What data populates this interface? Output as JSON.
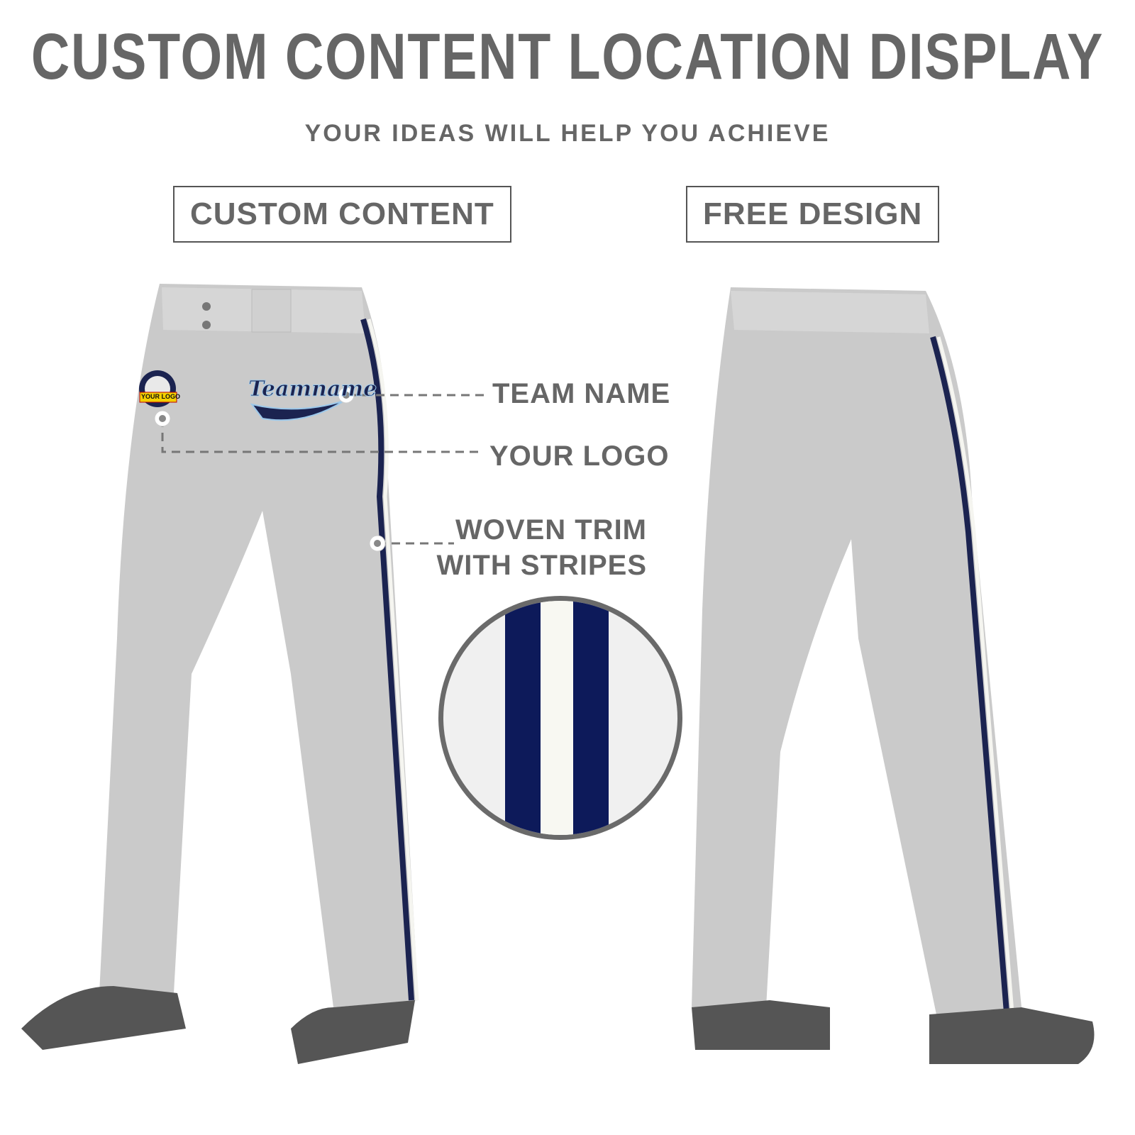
{
  "header": {
    "title": "CUSTOM CONTENT LOCATION DISPLAY",
    "subtitle": "YOUR IDEAS WILL HELP YOU ACHIEVE"
  },
  "sections": {
    "left": "CUSTOM CONTENT",
    "right": "FREE DESIGN"
  },
  "callouts": {
    "team_name": "TEAM NAME",
    "your_logo": "YOUR LOGO",
    "woven_line1": "WOVEN TRIM",
    "woven_line2": "WITH STRIPES"
  },
  "embroidery": {
    "team": "Teamname",
    "logo": "YOUR LOGO"
  },
  "colors": {
    "pants": "#c9c9c9",
    "stripe_navy": "#1b2350",
    "stripe_white": "#f5f5f0",
    "text": "#666666",
    "accent_blue": "#9cc8ea"
  }
}
